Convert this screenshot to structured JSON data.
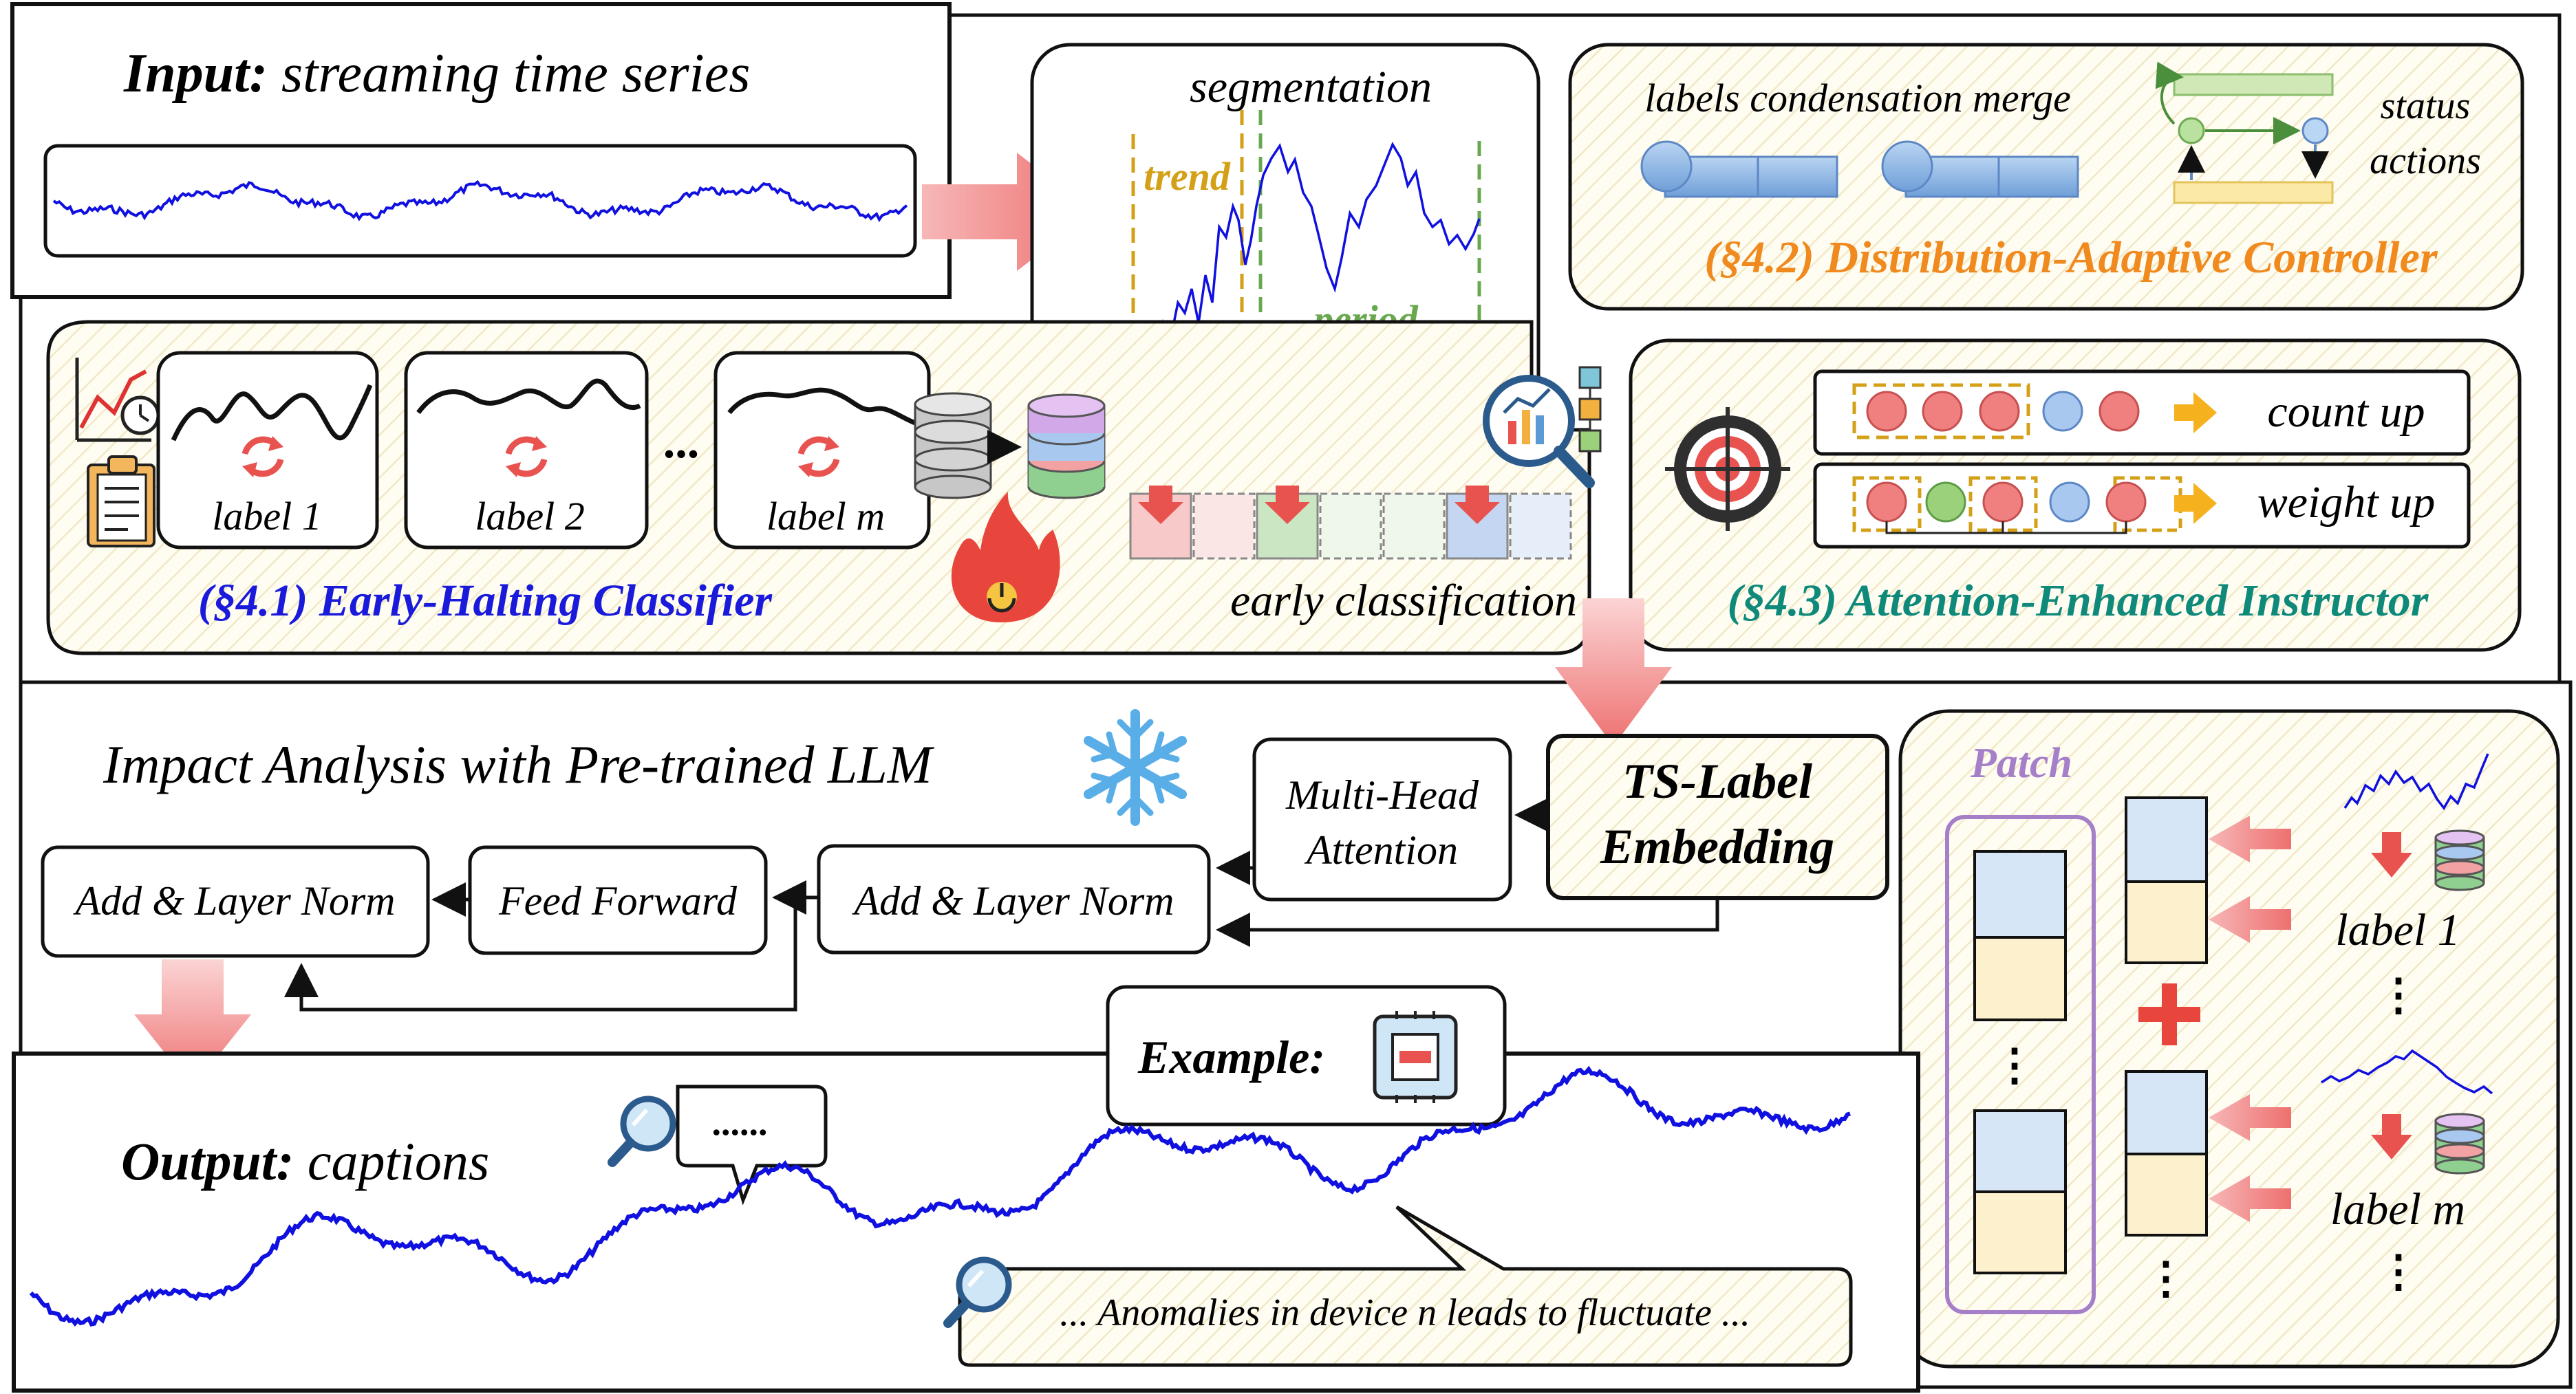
{
  "input": {
    "title_bold": "Input:",
    "title_rest": " streaming time series"
  },
  "segmentation": {
    "title": "segmentation",
    "trend": "trend",
    "period": "period"
  },
  "controller": {
    "merge_label": "labels condensation merge",
    "status": "status",
    "actions": "actions",
    "title": "(§4.2) Distribution-Adaptive Controller"
  },
  "classifier": {
    "labels": [
      "label 1",
      "label 2",
      "label m"
    ],
    "ellipsis": "...",
    "early_text": "early classification",
    "title": "(§4.1) Early-Halting Classifier"
  },
  "instructor": {
    "count_up": "count up",
    "weight_up": "weight up",
    "title": "(§4.3) Attention-Enhanced Instructor"
  },
  "llm": {
    "title": "Impact Analysis with Pre-trained LLM",
    "mha_1": "Multi-Head",
    "mha_2": "Attention",
    "emb_1": "TS-Label",
    "emb_2": "Embedding",
    "add_norm": "Add & Layer Norm",
    "ffn": "Feed Forward"
  },
  "patch": {
    "title": "Patch",
    "label_1": "label 1",
    "label_m": "label m"
  },
  "output": {
    "title_bold": "Output:",
    "title_rest": " captions",
    "example": "Example:",
    "bubble_small": "......",
    "bubble_caption": "... Anomalies in device n leads to fluctuate ..."
  },
  "colors": {
    "blue_title": "#1a1adb",
    "orange_title": "#f08a1e",
    "teal_title": "#0f8a7a",
    "patch_purple": "#a67fc9",
    "arrow_red": "#f08080",
    "series_blue": "#1010e0"
  }
}
